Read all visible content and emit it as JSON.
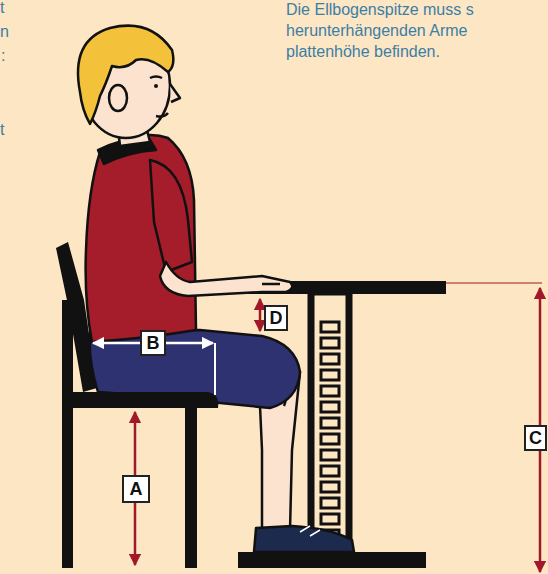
{
  "diagram": {
    "nodes": [
      {
        "text": [
          "D"
        ]
      },
      {
        "text": [
          "B"
        ]
      },
      {
        "text": [
          "C"
        ]
      },
      {
        "text": [
          "A"
        ]
      }
    ],
    "labels": [
      "Die Ellbogenspitze muss s",
      "herunterhängenden Arme",
      "plattenhöhe befinden.",
      "t",
      "n",
      ":",
      "t"
    ]
  }
}
